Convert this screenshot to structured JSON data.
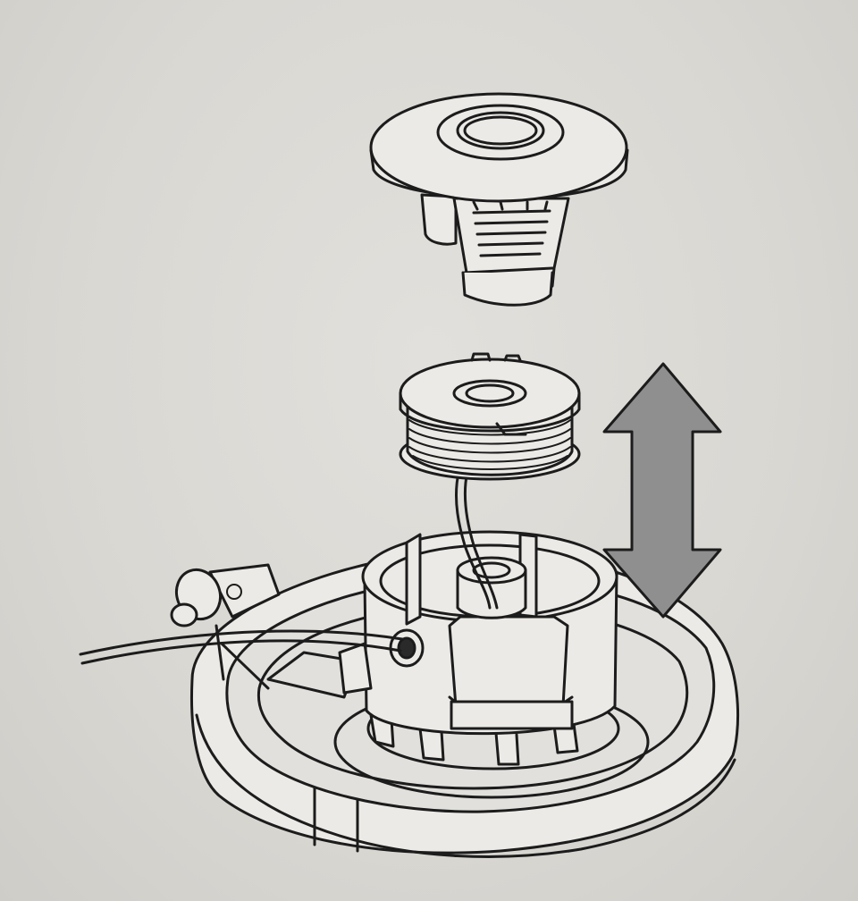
{
  "diagram": {
    "colors": {
      "background": "#dad8d3",
      "line": "#1c1c1c",
      "part_fill": "#eceae6",
      "arrow_fill": "#8f8f8f"
    },
    "parts": [
      {
        "name": "spool-cap"
      },
      {
        "name": "line-spool"
      },
      {
        "name": "spool-housing"
      },
      {
        "name": "trimmer-line"
      },
      {
        "name": "vertical-double-arrow"
      }
    ]
  }
}
